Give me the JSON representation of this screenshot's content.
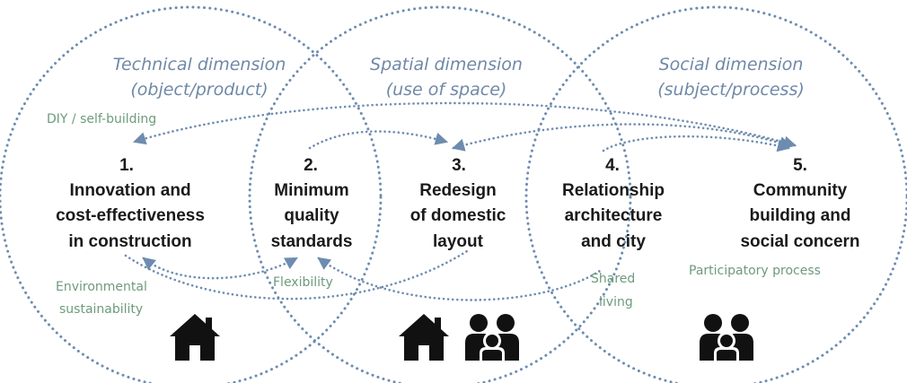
{
  "dimensions": [
    {
      "line1": "Technical dimension",
      "line2": "(object/product)"
    },
    {
      "line1": "Spatial dimension",
      "line2": "(use of space)"
    },
    {
      "line1": "Social dimension",
      "line2": "(subject/process)"
    }
  ],
  "concepts": [
    {
      "number": "1.",
      "lines": [
        "Innovation and",
        "cost-effectiveness",
        "in construction"
      ]
    },
    {
      "number": "2.",
      "lines": [
        "Minimum",
        "quality",
        "standards"
      ]
    },
    {
      "number": "3.",
      "lines": [
        "Redesign",
        "of domestic",
        "layout"
      ]
    },
    {
      "number": "4.",
      "lines": [
        "Relationship",
        "architecture",
        "and city"
      ]
    },
    {
      "number": "5.",
      "lines": [
        "Community",
        "building and",
        "social concern"
      ]
    }
  ],
  "relations": {
    "diy": "DIY / self-building",
    "environmental_line1": "Environmental",
    "environmental_line2": "sustainability",
    "flexibility": "Flexibility",
    "shared_line1": "Shared",
    "shared_line2": "living",
    "participatory": "Participatory process"
  },
  "icons": [
    "house-icon",
    "house-icon",
    "family-icon",
    "family-icon"
  ],
  "colors": {
    "circle": "#6e8cb0",
    "dimension_text": "#6f89a7",
    "relation_text": "#6d9b7c",
    "concept_text": "#1a1a1a"
  }
}
